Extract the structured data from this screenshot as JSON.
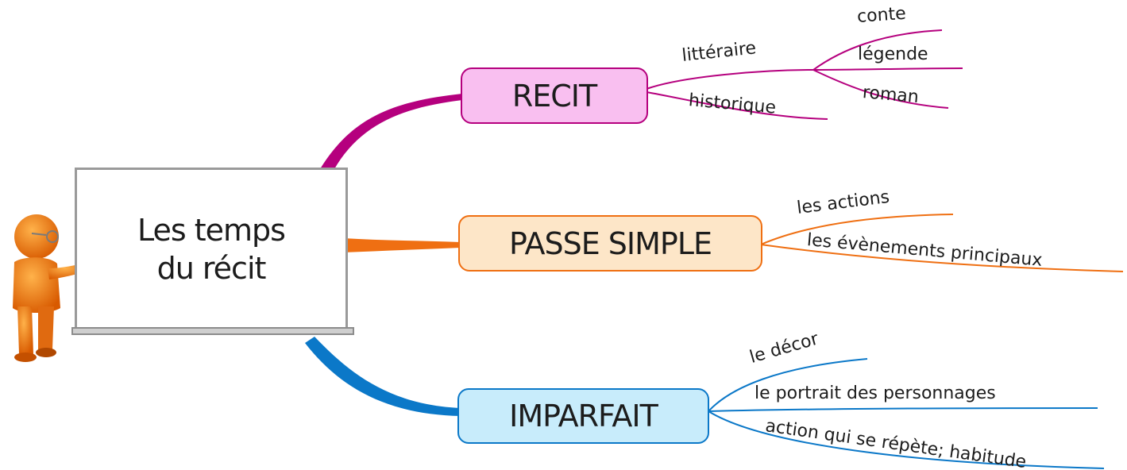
{
  "central_topic": {
    "line1": "Les temps",
    "line2": "du récit"
  },
  "colors": {
    "recit": "#b5007e",
    "recit_fill": "#f9bff0",
    "passe": "#ef6f12",
    "passe_fill": "#fde6c8",
    "imparfait": "#0b78c8",
    "imparfait_fill": "#c8ecfb"
  },
  "branches": {
    "recit": {
      "label": "RECIT",
      "children": {
        "litteraire": {
          "label": "littéraire",
          "children": [
            "conte",
            "légende",
            "roman"
          ]
        },
        "historique": {
          "label": "historique"
        }
      }
    },
    "passe_simple": {
      "label": "PASSE SIMPLE",
      "children": [
        "les actions",
        "les évènements principaux"
      ]
    },
    "imparfait": {
      "label": "IMPARFAIT",
      "children": [
        "le décor",
        "le portrait des personnages",
        "action qui se répète; habitude"
      ]
    }
  },
  "icons": [
    "presenter-figure-icon"
  ]
}
